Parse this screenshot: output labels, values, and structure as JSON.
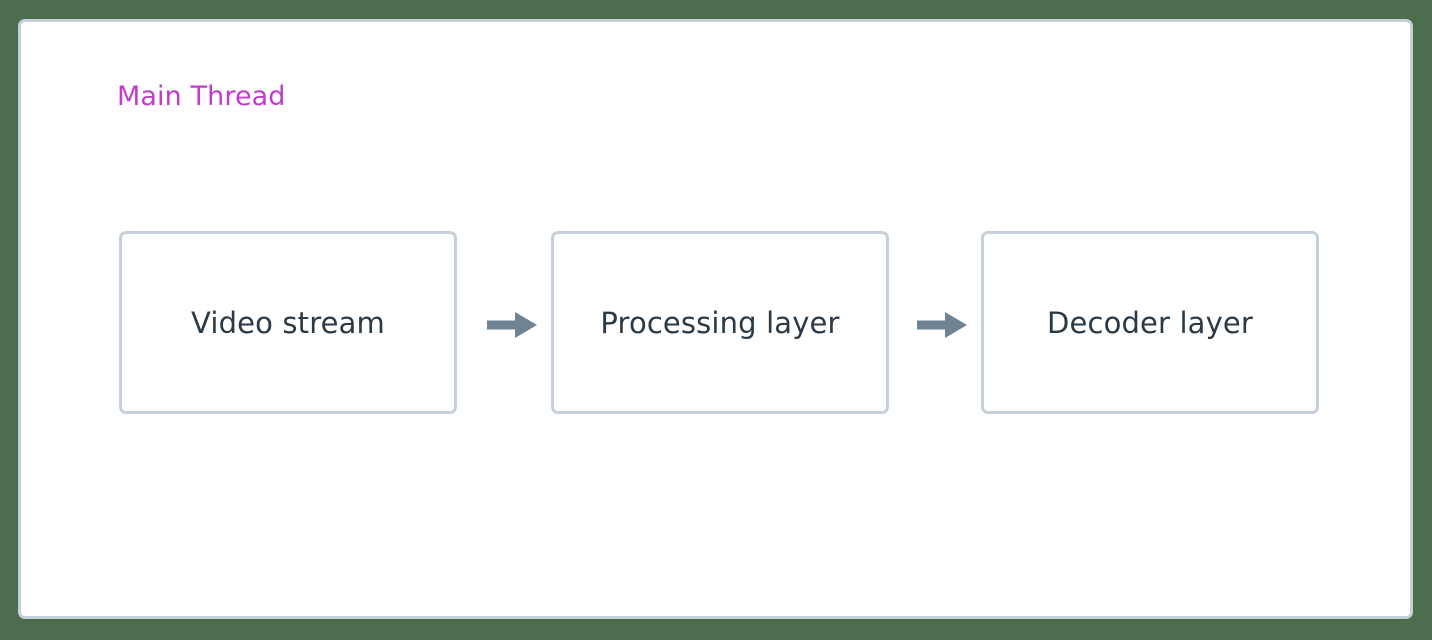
{
  "diagram": {
    "type": "flowchart",
    "direction": "left-to-right",
    "background_color": "#4d6e4e",
    "subgraph": {
      "title": "Main Thread",
      "title_color": "#c13ccd",
      "border_color": "#c5d0da",
      "fill_color": "#ffffff"
    },
    "node_style": {
      "border_color": "#c5d0da",
      "fill_color": "#ffffff",
      "text_color": "#2b3a47",
      "shape": "rounded-rectangle"
    },
    "edge_style": {
      "color": "#6e8494",
      "arrowhead": "solid-triangle"
    },
    "nodes": [
      {
        "id": "video-stream",
        "label": "Video stream"
      },
      {
        "id": "processing-layer",
        "label": "Processing layer"
      },
      {
        "id": "decoder-layer",
        "label": "Decoder layer"
      }
    ],
    "edges": [
      {
        "from": "video-stream",
        "to": "processing-layer",
        "label": ""
      },
      {
        "from": "processing-layer",
        "to": "decoder-layer",
        "label": ""
      }
    ]
  }
}
